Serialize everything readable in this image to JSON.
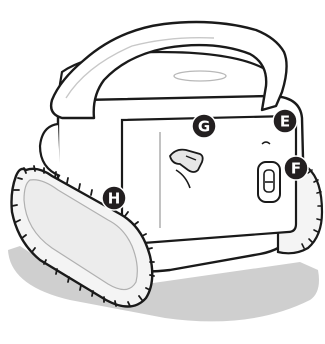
{
  "figure": {
    "callouts": [
      {
        "id": "E",
        "label": "E"
      },
      {
        "id": "F",
        "label": "F"
      },
      {
        "id": "G",
        "label": "G"
      },
      {
        "id": "H",
        "label": "H"
      }
    ],
    "colors": {
      "outline": "#1a1a1a",
      "body_fill": "#ffffff",
      "shadow": "#cfcfcf",
      "track_fill": "#f4f4f4",
      "callout_fill": "#231f20",
      "callout_text": "#ffffff"
    }
  }
}
